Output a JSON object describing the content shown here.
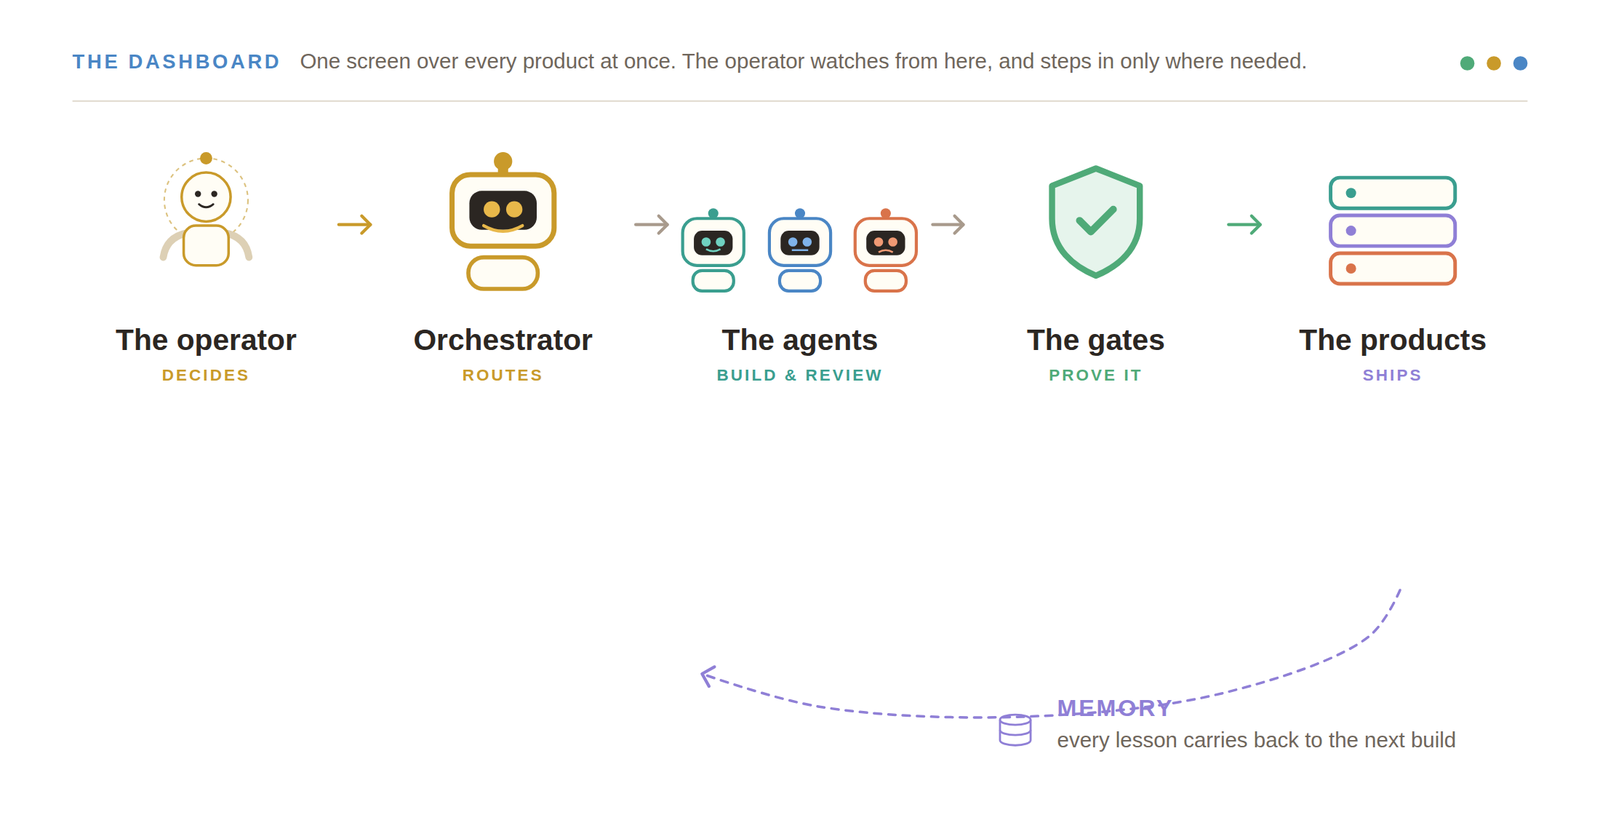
{
  "diagram": {
    "title": "THE DASHBOARD",
    "caption": "One screen over every product at once. The operator watches from here, and steps in only where needed.",
    "nodes": [
      {
        "text": [
          "The operator",
          "DECIDES"
        ]
      },
      {
        "text": [
          "Orchestrator",
          "ROUTES"
        ]
      },
      {
        "text": [
          "The agents",
          "BUILD & REVIEW"
        ]
      },
      {
        "text": [
          "The gates",
          "PROVE IT"
        ]
      },
      {
        "text": [
          "The products",
          "SHIPS"
        ]
      }
    ],
    "edges": [
      {
        "from": 0,
        "to": 1,
        "arrow": "to"
      },
      {
        "from": 1,
        "to": 2,
        "arrow": "to"
      },
      {
        "from": 2,
        "to": 3,
        "arrow": "to"
      },
      {
        "from": 3,
        "to": 4,
        "arrow": "to"
      },
      {
        "from": 4,
        "to": 2,
        "label": "MEMORY",
        "arrow": "to"
      }
    ],
    "labels": [
      "every lesson carries back to the next build"
    ]
  }
}
